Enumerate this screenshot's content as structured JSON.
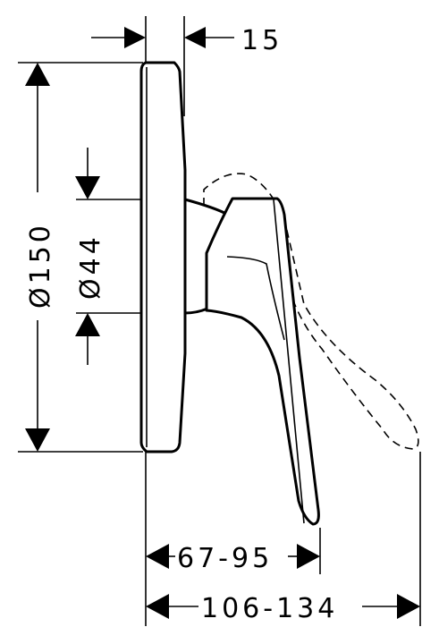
{
  "dimensions": {
    "wall_offset": "15",
    "outer_diameter": "Ø150",
    "inner_diameter": "Ø44",
    "depth_handle": "67-95",
    "depth_total": "106-134"
  }
}
